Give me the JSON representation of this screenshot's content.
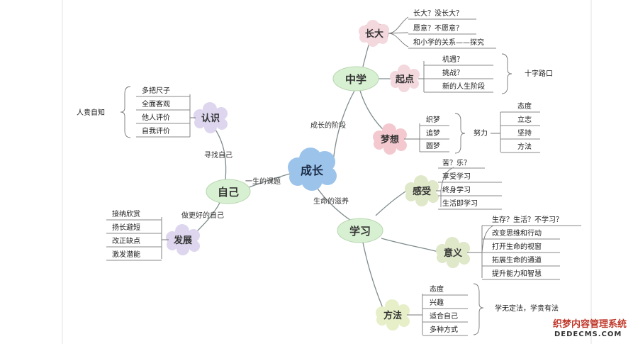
{
  "center": {
    "label": "成长"
  },
  "edge_labels": {
    "growth_stage": "成长的阶段",
    "life_topic": "一生的课题",
    "life_nutrition": "生命的滋养",
    "find_self": "寻找自己",
    "better_self": "做更好的自己"
  },
  "zhongxue": {
    "label": "中学",
    "zhangda": {
      "label": "长大",
      "items": [
        "长大？没长大？",
        "愿意？不愿意？",
        "和小学的关系——探究"
      ]
    },
    "qidian": {
      "label": "起点",
      "items": [
        "机遇？",
        "挑战？",
        "新的人生阶段"
      ],
      "note": "十字路口"
    },
    "mengxiang": {
      "label": "梦想",
      "items": [
        "织梦",
        "追梦",
        "圆梦"
      ],
      "effort": "努力",
      "effort_items": [
        "态度",
        "立志",
        "坚持",
        "方法"
      ]
    }
  },
  "ziji": {
    "label": "自己",
    "renshi": {
      "label": "认识",
      "items": [
        "多把尺子",
        "全面客观",
        "他人评价",
        "自我评价"
      ],
      "note": "人贵自知"
    },
    "fazhan": {
      "label": "发展",
      "items": [
        "接纳欣赏",
        "扬长避短",
        "改正缺点",
        "激发潜能"
      ]
    }
  },
  "xuexi": {
    "label": "学习",
    "ganshou": {
      "label": "感受",
      "items": [
        "苦？乐？",
        "享受学习",
        "终身学习",
        "生活即学习"
      ]
    },
    "yiyi": {
      "label": "意义",
      "items": [
        "生存？生活？不学习？",
        "改变思维和行动",
        "打开生命的视窗",
        "拓展生命的通道",
        "提升能力和智慧"
      ]
    },
    "fangfa": {
      "label": "方法",
      "items": [
        "态度",
        "兴趣",
        "适合自己",
        "多种方式"
      ],
      "note": "学无定法，学贵有法"
    }
  },
  "watermark": {
    "line1": "织梦内容管理系统",
    "line2": "DEDECMS.COM"
  },
  "colors": {
    "center": "#9cc3ea",
    "major": "#d8f0d2",
    "pink": "#f3d8de",
    "purple": "#ddd6ee",
    "olive": "#dfe8c9",
    "lime": "#e6efc8"
  }
}
